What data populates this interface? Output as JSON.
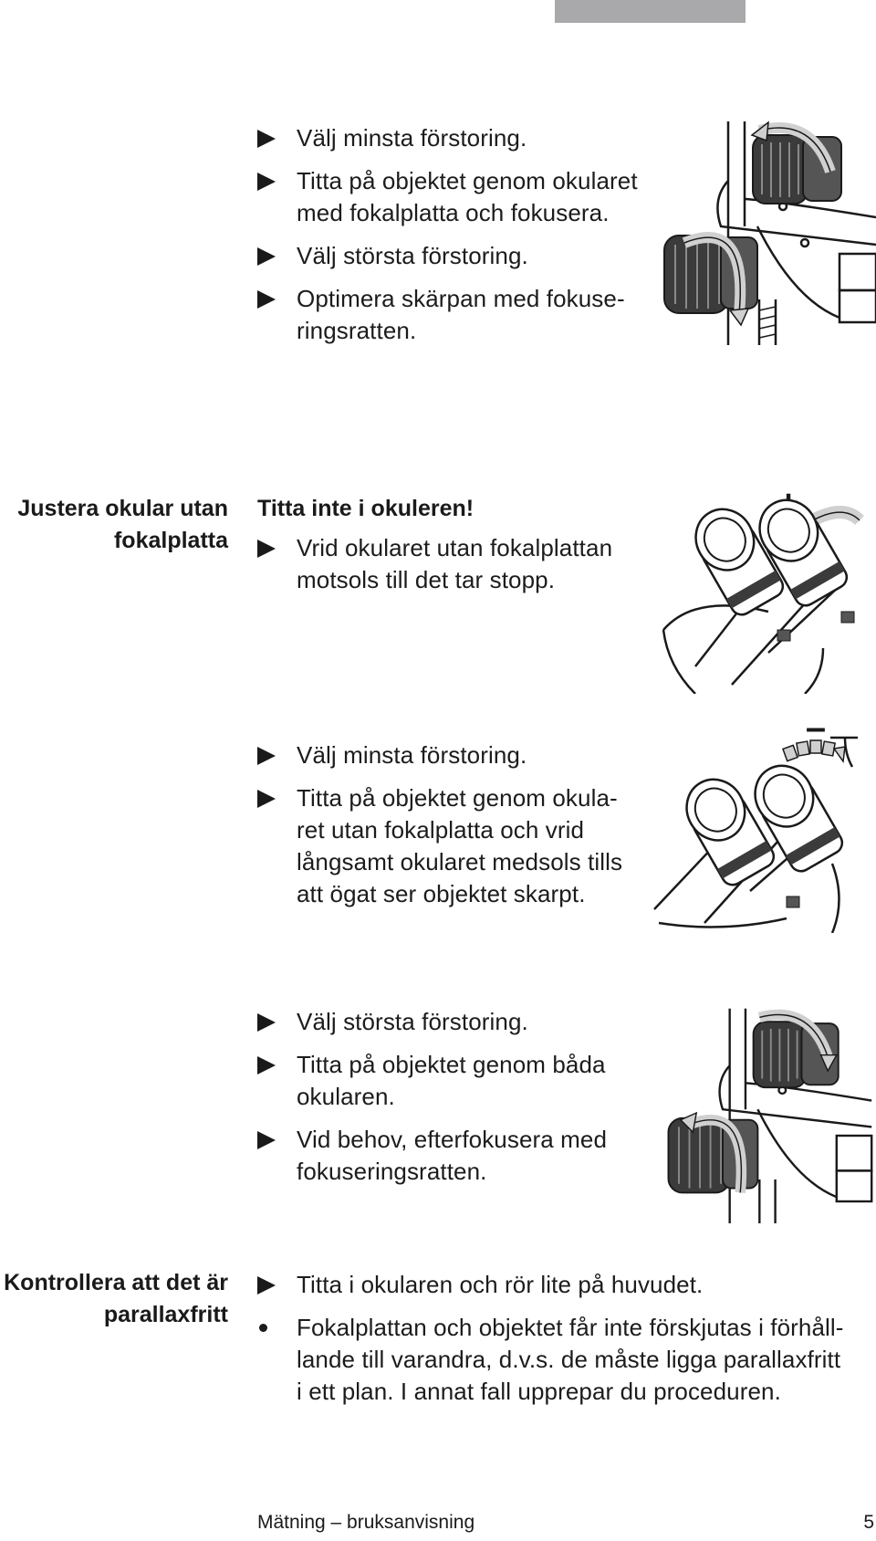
{
  "sections": [
    {
      "heading": "",
      "steps": [
        {
          "marker": "triangle",
          "text": "Välj minsta förstoring."
        },
        {
          "marker": "triangle",
          "text": "Titta på objektet genom okularet\nmed fokalplatta och fokusera."
        },
        {
          "marker": "triangle",
          "text": "Välj största förstoring."
        },
        {
          "marker": "triangle",
          "text": "Optimera skärpan med fokuse-\nringsratten."
        }
      ],
      "figure": "focus-drive-knobs-icon"
    },
    {
      "heading": "Justera okular utan\nfokalplatta",
      "warning": "Titta inte i okuleren!",
      "steps": [
        {
          "marker": "triangle",
          "text": "Vrid okularet utan fokalplattan\nmotsols till det tar stopp."
        }
      ],
      "figure": "eyepieces-counterclockwise-icon",
      "figure_sign": "+"
    },
    {
      "heading": "",
      "steps": [
        {
          "marker": "triangle",
          "text": "Välj minsta förstoring."
        },
        {
          "marker": "triangle",
          "text": "Titta på objektet genom okula-\nret utan fokalplatta och vrid\nlångsamt okularet medsols tills\natt ögat ser objektet skarpt."
        }
      ],
      "figure": "eyepieces-clockwise-icon",
      "figure_sign": "–"
    },
    {
      "heading": "",
      "steps": [
        {
          "marker": "triangle",
          "text": "Välj största förstoring."
        },
        {
          "marker": "triangle",
          "text": "Titta på objektet genom båda\nokularen."
        },
        {
          "marker": "triangle",
          "text": "Vid behov, efterfokusera med\nfokuseringsratten."
        }
      ],
      "figure": "focus-drive-knobs-icon"
    },
    {
      "heading": "Kontrollera att det är\nparallaxfritt",
      "steps": [
        {
          "marker": "triangle",
          "text": "Titta i okularen och rör lite på huvudet."
        },
        {
          "marker": "bullet",
          "text": "Fokalplattan och objektet får inte förskjutas i förhåll-\nlande till varandra, d.v.s. de måste ligga parallaxfritt\ni ett plan. I annat fall upprepar du proceduren."
        }
      ]
    }
  ],
  "footer": {
    "title": "Mätning – bruksanvisning",
    "page_number": "5"
  },
  "colors": {
    "text": "#1a1a1a",
    "header_bar": "#a9a9ab",
    "knob": "#3b3b3b"
  }
}
